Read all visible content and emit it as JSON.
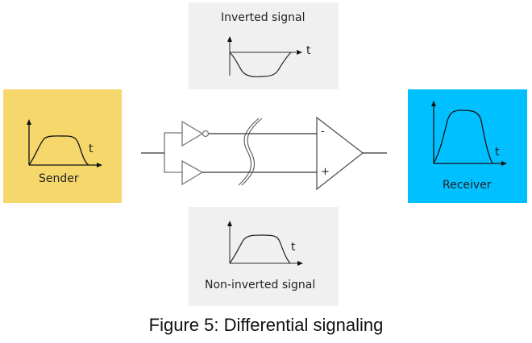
{
  "sender": {
    "label": "Sender",
    "axis_label": "t",
    "color": "#f5d76b"
  },
  "receiver": {
    "label": "Receiver",
    "axis_label": "t",
    "color": "#00c0ff"
  },
  "inverted": {
    "label": "Inverted signal",
    "axis_label": "t"
  },
  "noninverted": {
    "label": "Non-inverted signal",
    "axis_label": "t"
  },
  "circuit": {
    "minus_label": "-",
    "plus_label": "+"
  },
  "caption": "Figure 5: Differential signaling"
}
